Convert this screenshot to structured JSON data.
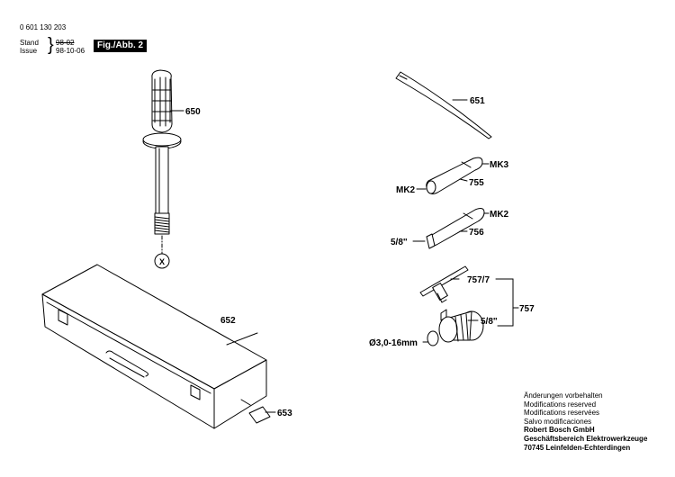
{
  "header": {
    "doc_number": "0 601 130 203",
    "stand_label": "Stand",
    "stand_value": "98-02",
    "issue_label": "Issue",
    "issue_value": "98-10-06",
    "figure_badge": "Fig./Abb. 2"
  },
  "parts": {
    "p650": "650",
    "px": "X",
    "p652": "652",
    "p653": "653",
    "p651": "651",
    "mk3": "MK3",
    "mk2_a": "MK2",
    "p755": "755",
    "mk2_b": "MK2",
    "p756": "756",
    "in58_a": "5/8\"",
    "p7577": "757/7",
    "p757": "757",
    "in58_b": "5/8\"",
    "diam": "Ø3,0-16mm"
  },
  "legal": {
    "line1": "Änderungen vorbehalten",
    "line2": "Modifications reserved",
    "line3": "Modifications reservées",
    "line4": "Salvo modificaciones",
    "company": "Robert Bosch GmbH",
    "division": "Geschäftsbereich Elektrowerkzeuge",
    "address": "70745 Leinfelden-Echterdingen"
  }
}
